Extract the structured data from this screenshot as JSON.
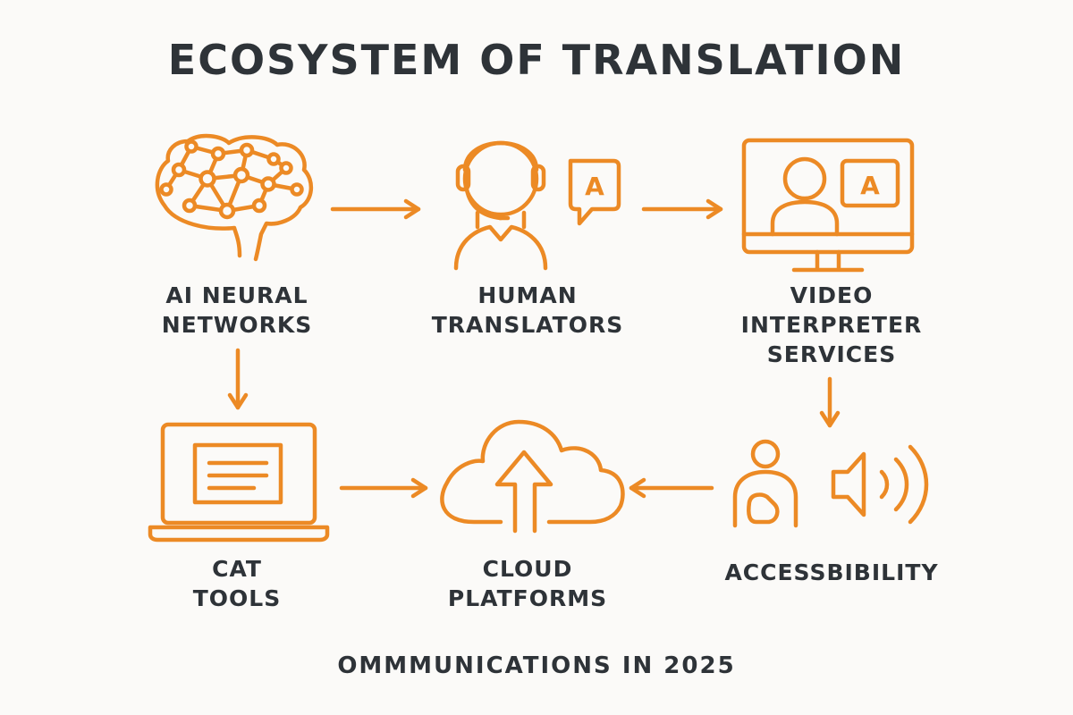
{
  "title": "ECOSYSTEM OF TRANSLATION",
  "footer": "OMMMUNICATIONS IN  2025",
  "accent_color": "#ec8a25",
  "text_color": "#2e3338",
  "nodes": [
    {
      "icon": "brain-network-icon",
      "lines": [
        "AI NEURAL",
        "NETWORKS"
      ]
    },
    {
      "icon": "headset-person-icon",
      "lines": [
        "HUMAN",
        "TRANSLATORS"
      ]
    },
    {
      "icon": "video-monitor-icon",
      "lines": [
        "VIDEO",
        "INTERPRETER",
        "SERVICES"
      ]
    },
    {
      "icon": "laptop-icon",
      "lines": [
        "CAT",
        "TOOLS"
      ]
    },
    {
      "icon": "cloud-upload-icon",
      "lines": [
        "CLOUD",
        "PLATFORMS"
      ]
    },
    {
      "icon": "accessibility-icon",
      "lines": [
        "ACCESSBIBILITY"
      ]
    }
  ],
  "icon_glyphs": {
    "speech_bubble": "A",
    "monitor_bubble": "A"
  },
  "edges": [
    {
      "from": "AI NEURAL NETWORKS",
      "to": "HUMAN TRANSLATORS"
    },
    {
      "from": "HUMAN TRANSLATORS",
      "to": "VIDEO INTERPRETER SERVICES"
    },
    {
      "from": "AI NEURAL NETWORKS",
      "to": "CAT TOOLS"
    },
    {
      "from": "VIDEO INTERPRETER SERVICES",
      "to": "ACCESSBIBILITY"
    },
    {
      "from": "CAT TOOLS",
      "to": "CLOUD PLATFORMS"
    },
    {
      "from": "ACCESSBIBILITY",
      "to": "CLOUD PLATFORMS"
    }
  ]
}
